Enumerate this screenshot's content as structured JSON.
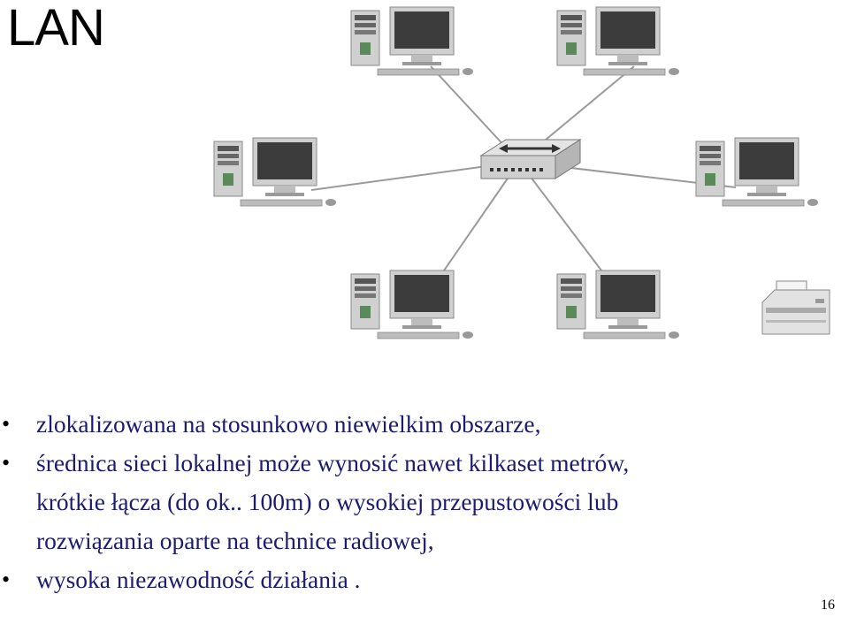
{
  "slide": {
    "title": "LAN",
    "page_number": "16"
  },
  "bullets": [
    {
      "bullet": "•",
      "text": "zlokalizowana na stosunkowo niewielkim obszarze,"
    },
    {
      "bullet": "•",
      "text": "średnica sieci lokalnej może wynosić nawet kilkaset metrów,"
    },
    {
      "bullet": "",
      "text": "krótkie łącza (do ok.. 100m) o wysokiej przepustowości lub"
    },
    {
      "bullet": "",
      "text": "rozwiązania oparte na technice radiowej,"
    },
    {
      "bullet": "•",
      "text": "wysoka niezawodność działania ."
    }
  ],
  "diagram": {
    "hub": "switch-icon",
    "nodes": [
      "computer-icon",
      "computer-icon",
      "computer-icon",
      "computer-icon",
      "computer-icon",
      "computer-icon",
      "printer-icon"
    ],
    "colors": {
      "case": "#c8c8c8",
      "screen": "#3c3c3c",
      "cable": "#9a9a9a",
      "accent": "#c0392b"
    }
  }
}
